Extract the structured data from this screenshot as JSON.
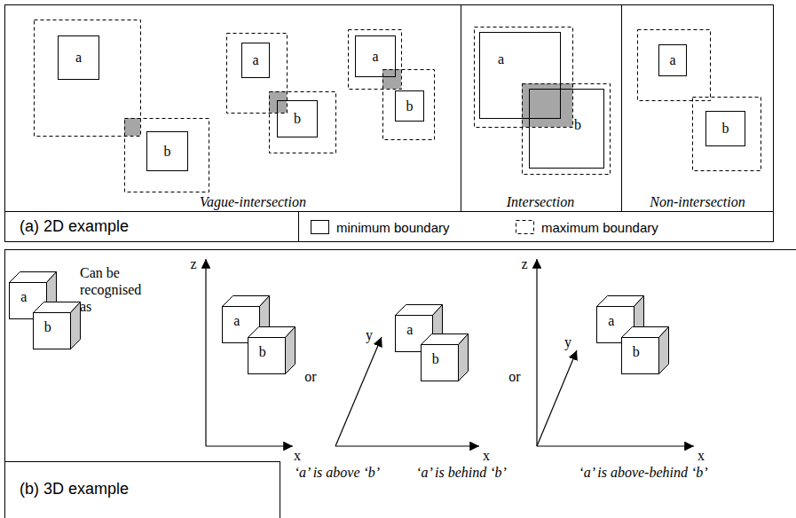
{
  "diagram": {
    "nodes": [
      {
        "text": [
          "a"
        ]
      },
      {
        "text": [
          "b"
        ]
      },
      {
        "text": [
          "a"
        ]
      },
      {
        "text": [
          "b"
        ]
      },
      {
        "text": [
          "a"
        ]
      },
      {
        "text": [
          "b"
        ]
      },
      {
        "text": [
          "a"
        ]
      },
      {
        "text": [
          "b"
        ]
      },
      {
        "text": [
          "a"
        ]
      },
      {
        "text": [
          "b"
        ]
      },
      {
        "text": [
          "a"
        ]
      },
      {
        "text": [
          "b"
        ]
      },
      {
        "text": [
          "a"
        ]
      },
      {
        "text": [
          "b"
        ]
      },
      {
        "text": [
          "a"
        ]
      },
      {
        "text": [
          "b"
        ]
      },
      {
        "text": [
          "a"
        ]
      },
      {
        "text": [
          "b"
        ]
      }
    ],
    "labels": [
      "Vague-intersection",
      "Intersection",
      "Non-intersection",
      "(a) 2D example",
      "(b) 3D example",
      "Can be recognised as",
      "z",
      "x",
      "or",
      "y",
      "x",
      "or",
      "z",
      "y",
      "x",
      "‘a’ is above ‘b’",
      "‘a’ is behind ‘b’",
      "‘a’ is above-behind ‘b’"
    ],
    "legend": [
      {
        "text": "minimum boundary"
      },
      {
        "text": "maximum boundary"
      }
    ]
  }
}
